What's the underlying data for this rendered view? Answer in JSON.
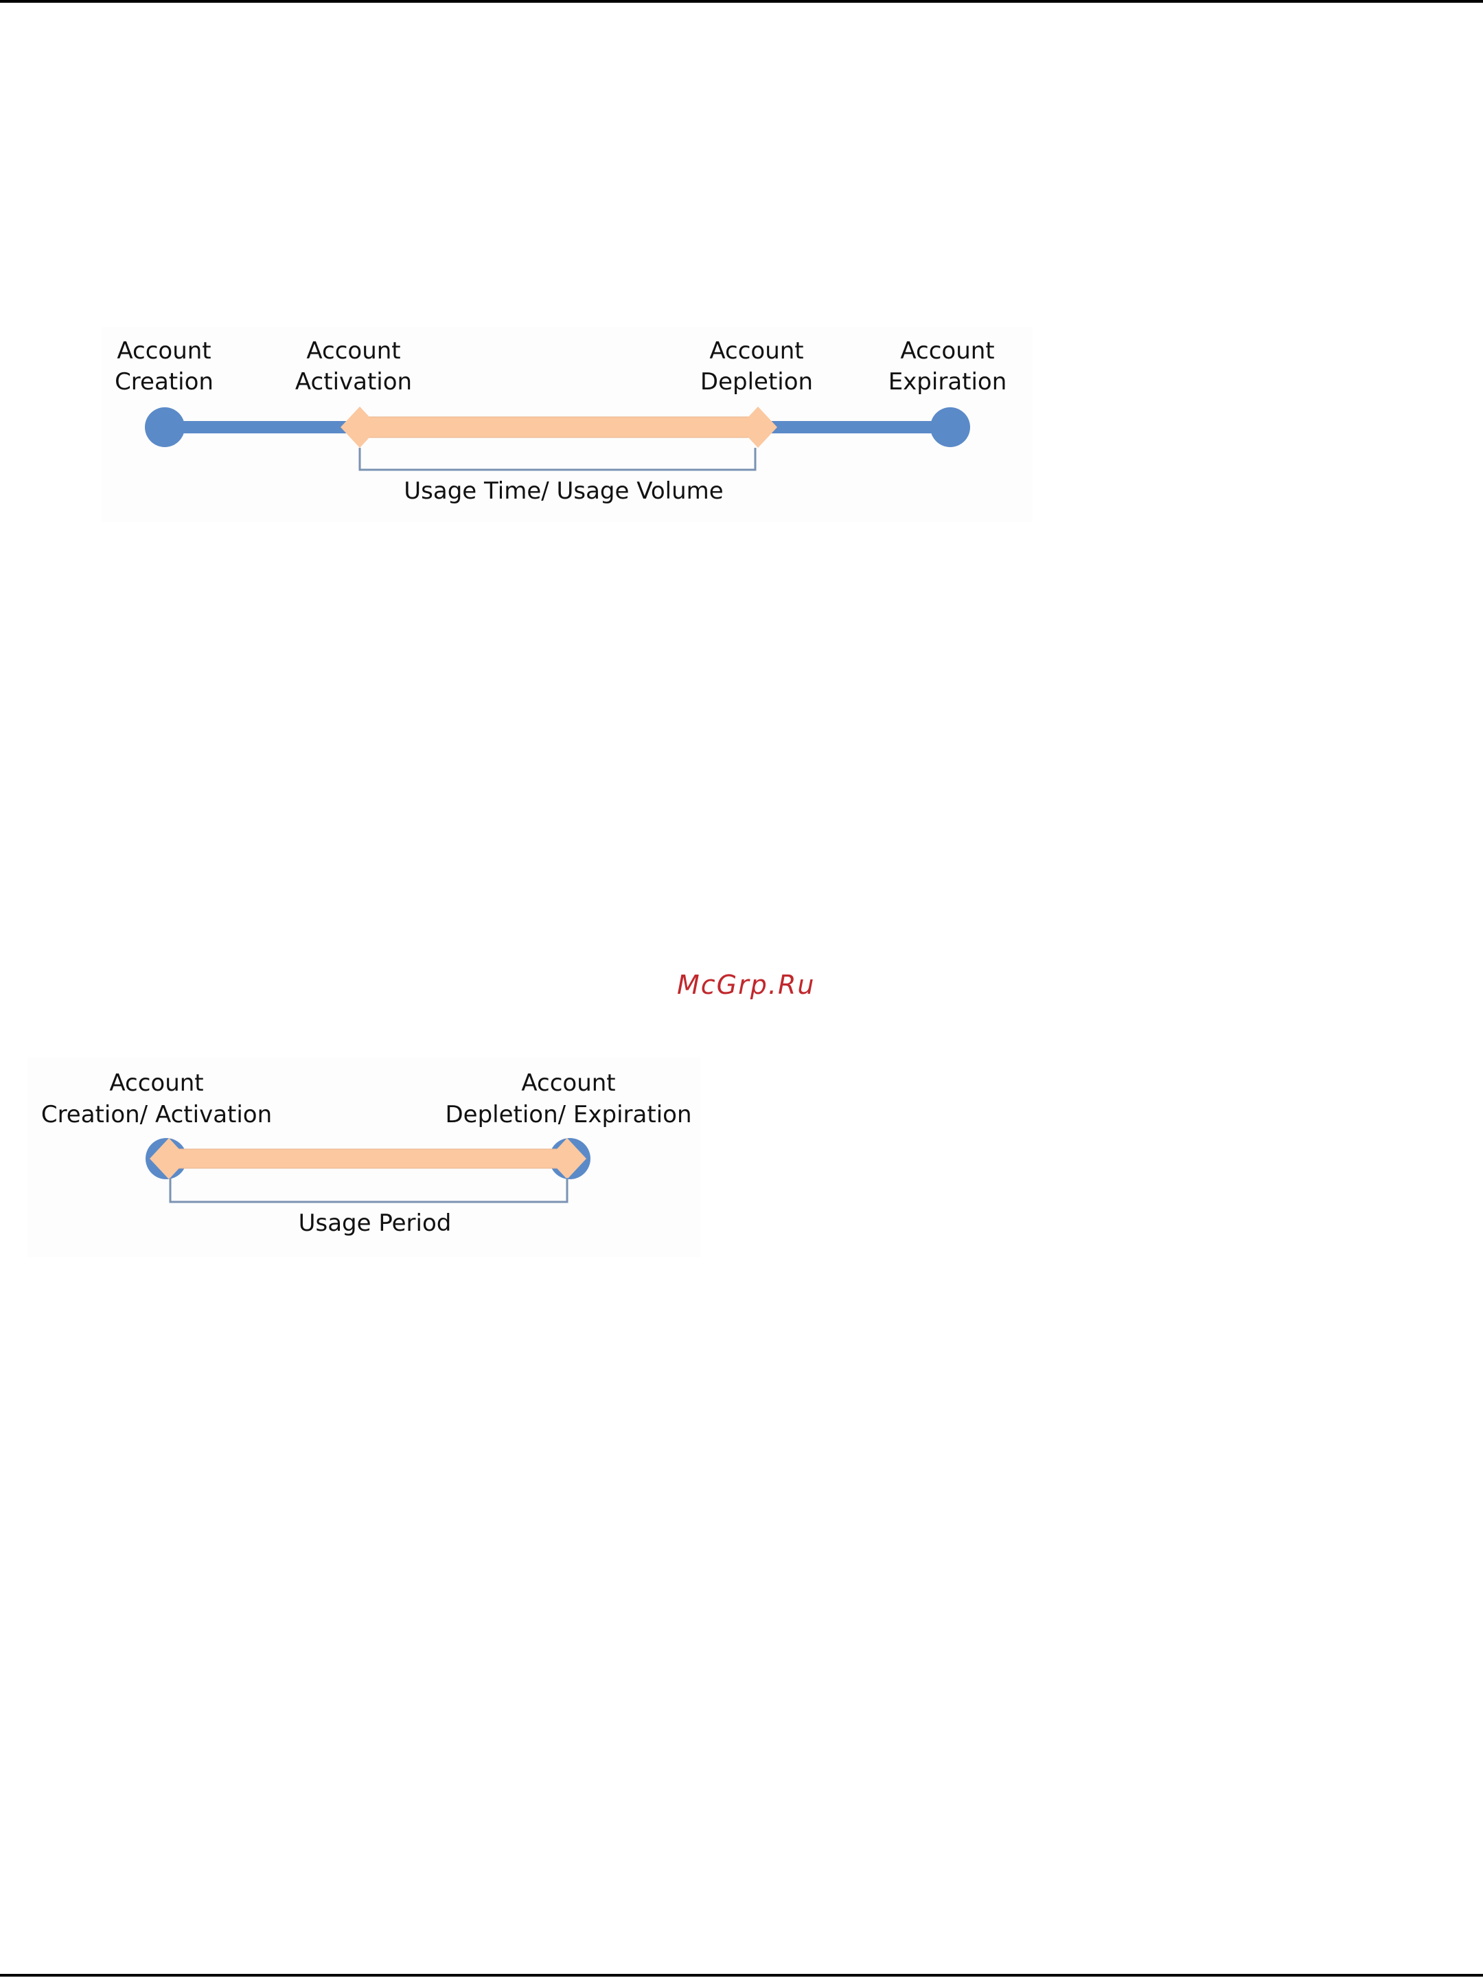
{
  "diagram_1": {
    "labels": {
      "creation": [
        "Account",
        "Creation"
      ],
      "activation": [
        "Account",
        "Activation"
      ],
      "depletion": [
        "Account",
        "Depletion"
      ],
      "expiration": [
        "Account",
        "Expiration"
      ]
    },
    "span_label": "Usage Time/ Usage Volume"
  },
  "diagram_2": {
    "labels": {
      "start": [
        "Account",
        "Creation/ Activation"
      ],
      "end": [
        "Account",
        "Depletion/ Expiration"
      ]
    },
    "span_label": "Usage Period"
  },
  "watermark": "McGrp.Ru",
  "colors": {
    "blue_line": "#5b8ac8",
    "orange_bar": "#fbc8a0",
    "bracket": "#7a93b3",
    "watermark": "#c0282d"
  }
}
